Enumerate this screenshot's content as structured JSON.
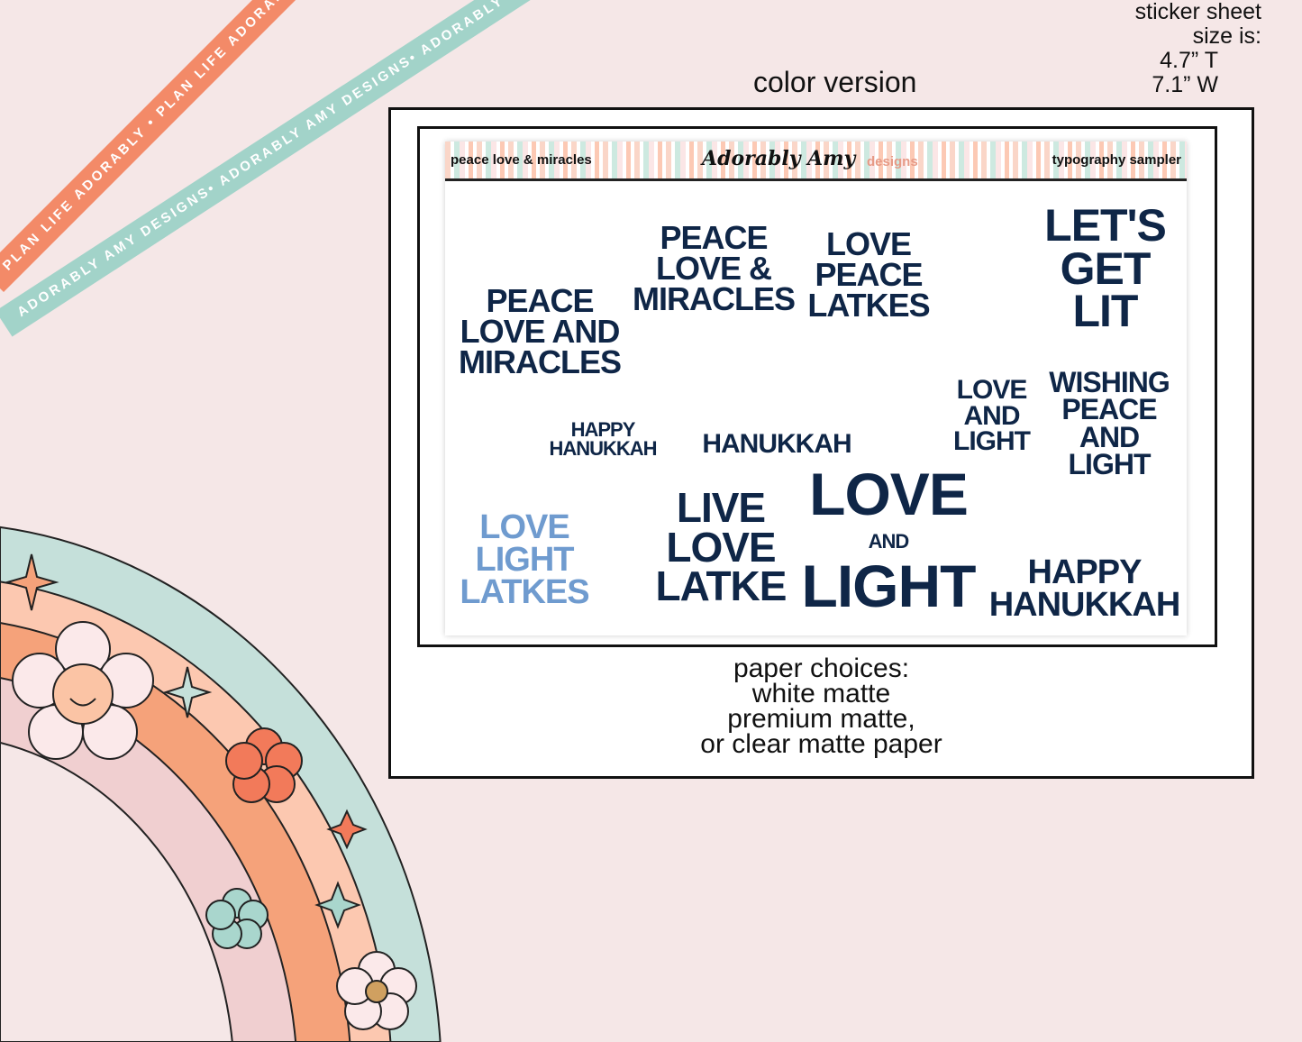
{
  "ribbons": [
    "PLAN LIFE ADORABLY • PLAN LIFE ADORABLY • PLAN LIFE ADORABLY",
    "ADORABLY AMY DESIGNS• ADORABLY AMY DESIGNS• ADORABLY AMY DESIGNS"
  ],
  "heading": "color version",
  "size": {
    "l1": "sticker sheet",
    "l2": "size is:",
    "l3": "4.7” T",
    "l4": "7.1” W"
  },
  "sheet": {
    "left": "peace love & miracles",
    "brand": "Adorably Amy",
    "brand2": "designs",
    "right": "typography sampler"
  },
  "stickers": [
    "PEACE LOVE AND MIRACLES",
    "PEACE LOVE & MIRACLES",
    "LOVE PEACE LATKES",
    "LET'S GET LIT",
    "HAPPY HANUKKAH",
    "HANUKKAH",
    "LOVE AND LIGHT",
    "WISHING PEACE AND LIGHT",
    "LOVE LIGHT LATKES",
    "LIVE LOVE LATKE",
    "LOVE",
    "AND",
    "LIGHT",
    "HAPPY HANUKKAH"
  ],
  "papers": {
    "l1": "paper choices:",
    "l2": "white matte",
    "l3": "premium matte,",
    "l4": "or clear matte paper"
  },
  "colors": {
    "navy": "#0f2647",
    "blue": "#6f9bcf",
    "coral": "#f38a68",
    "teal": "#a2d3c9"
  }
}
